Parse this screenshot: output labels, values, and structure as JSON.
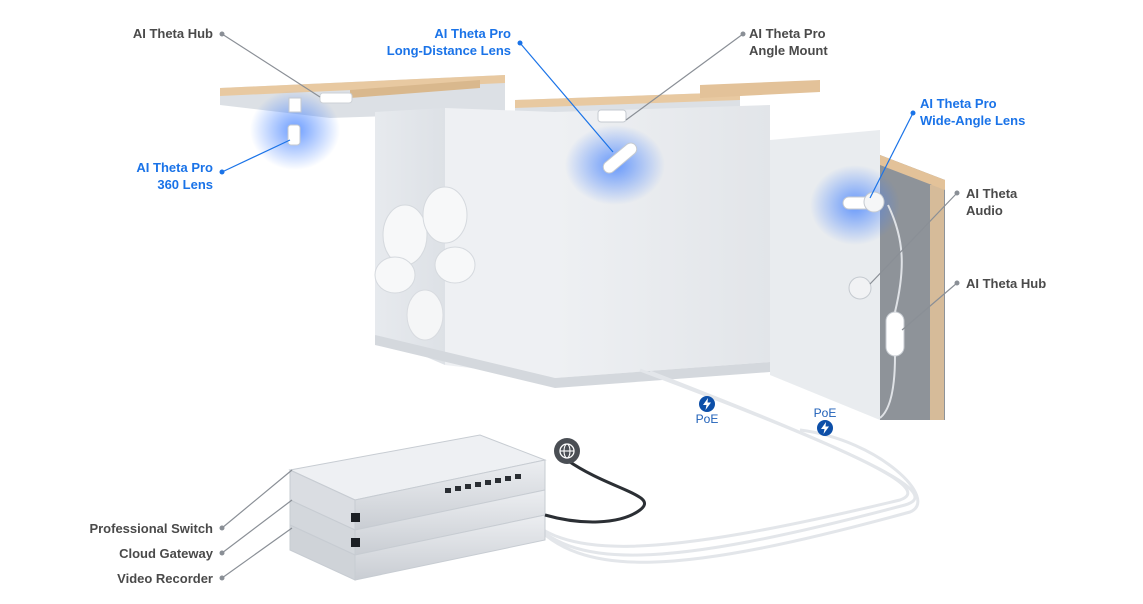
{
  "diagram": {
    "labels": {
      "hub_top": {
        "line1": "AI Theta Hub"
      },
      "pro_360": {
        "line1": "AI Theta Pro",
        "line2": "360 Lens"
      },
      "pro_long": {
        "line1": "AI Theta Pro",
        "line2": "Long-Distance Lens"
      },
      "pro_angle": {
        "line1": "AI Theta Pro",
        "line2": "Angle Mount"
      },
      "pro_wide": {
        "line1": "AI Theta Pro",
        "line2": "Wide-Angle Lens"
      },
      "audio": {
        "line1": "AI Theta",
        "line2": "Audio"
      },
      "hub_right": {
        "line1": "AI Theta Hub"
      },
      "switch": {
        "line1": "Professional Switch"
      },
      "gateway": {
        "line1": "Cloud Gateway"
      },
      "recorder": {
        "line1": "Video Recorder"
      }
    },
    "poe_badges": [
      {
        "text": "PoE"
      },
      {
        "text": "PoE"
      }
    ],
    "colors": {
      "highlight": "#1a73e8",
      "label": "#4a4a4a",
      "poe": "#0d4fa8"
    },
    "icons": [
      "globe-icon",
      "bolt-icon"
    ]
  }
}
